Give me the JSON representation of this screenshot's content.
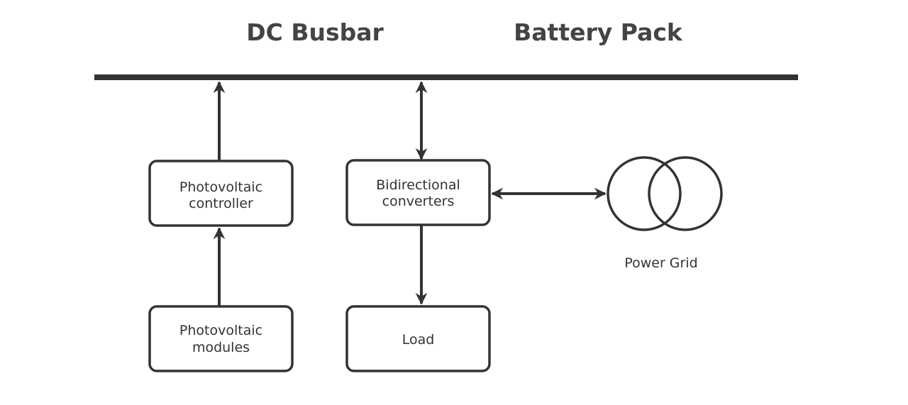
{
  "headings": {
    "busbar": "DC Busbar",
    "battery": "Battery Pack"
  },
  "nodes": {
    "pv_controller": {
      "line1": "Photovoltaic",
      "line2": "controller"
    },
    "pv_modules": {
      "line1": "Photovoltaic",
      "line2": "modules"
    },
    "bidirectional": {
      "line1": "Bidirectional",
      "line2": "converters"
    },
    "load": {
      "label": "Load"
    },
    "power_grid": {
      "label": "Power Grid"
    }
  },
  "colors": {
    "stroke": "#333333",
    "heading_text": "#444444",
    "background": "#ffffff"
  },
  "icons": {
    "power_grid": "transformer-icon"
  }
}
